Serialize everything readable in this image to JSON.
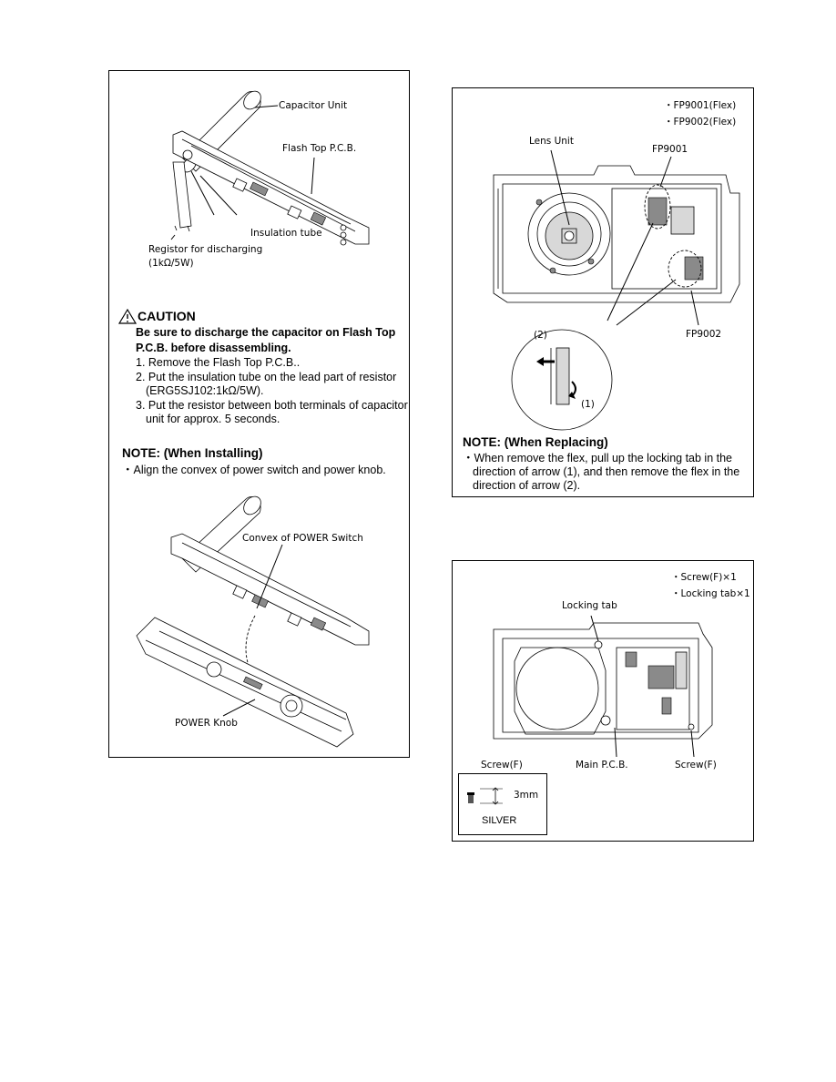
{
  "left_panel": {
    "capacitor_label": "Capacitor Unit",
    "flash_pcb_label": "Flash Top P.C.B.",
    "insulation_label": "Insulation tube",
    "resistor_label_1": "Registor for discharging",
    "resistor_label_2": "(1kΩ/5W)",
    "caution_title": "CAUTION",
    "caution_bold_1": "Be sure to discharge the capacitor on Flash Top",
    "caution_bold_2": "P.C.B. before disassembling.",
    "step_1": "1. Remove the Flash Top P.C.B..",
    "step_2": "2. Put the insulation tube on the lead part of resistor",
    "step_2b": "(ERG5SJ102:1kΩ/5W).",
    "step_3": "3. Put the resistor between both terminals of capacitor",
    "step_3b": "unit for approx. 5 seconds.",
    "note_title": "NOTE: (When Installing)",
    "note_text": "・Align the convex of power switch and power knob.",
    "convex_label": "Convex of POWER Switch",
    "knob_label": "POWER Knob"
  },
  "right_top_panel": {
    "flex_1": "・FP9001(Flex)",
    "flex_2": "・FP9002(Flex)",
    "lens_label": "Lens Unit",
    "fp9001_label": "FP9001",
    "fp9002_label": "FP9002",
    "arrow_2": "(2)",
    "arrow_1": "(1)",
    "note_title": "NOTE: (When Replacing)",
    "note_line_1": "・When remove the flex, pull up the locking tab in the",
    "note_line_2": "direction of arrow (1), and then remove the flex in the",
    "note_line_3": "direction of arrow (2)."
  },
  "right_bottom_panel": {
    "screw_count": "・Screw(F)×1",
    "tab_count": "・Locking tab×1",
    "locking_tab_label": "Locking tab",
    "main_pcb_label": "Main P.C.B.",
    "screw_label_right": "Screw(F)",
    "screw_legend_title": "Screw(F)",
    "screw_size": "3mm",
    "screw_color": "SILVER"
  }
}
